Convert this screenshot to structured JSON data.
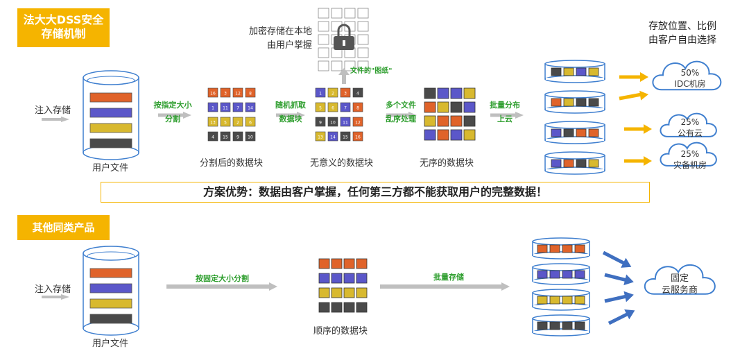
{
  "top": {
    "banner_line1": "法大大DSS安全",
    "banner_line2": "存储机制",
    "inject_label": "注入存储",
    "user_file_label": "用户文件",
    "split_label_1": "按指定大小",
    "split_label_2": "分割",
    "split_blocks_label": "分割后的数据块",
    "random_label_1": "随机抓取",
    "random_label_2": "数据块",
    "meaningless_label": "无意义的数据块",
    "encrypt_label_1": "加密存储在本地",
    "encrypt_label_2": "由用户掌握",
    "blueprint_label": "文件的\"图纸\"",
    "shuffle_label_1": "多个文件",
    "shuffle_label_2": "乱序处理",
    "unordered_label": "无序的数据块",
    "distribute_label_1": "批量分布",
    "distribute_label_2": "上云",
    "location_title_1": "存放位置、比例",
    "location_title_2": "由客户自由选择",
    "clouds": [
      {
        "percent": "50%",
        "name": "IDC机房"
      },
      {
        "percent": "25%",
        "name": "公有云"
      },
      {
        "percent": "25%",
        "name": "灾备机房"
      }
    ],
    "numbered_blocks": [
      {
        "n": "16",
        "c": "#e0632a"
      },
      {
        "n": "3",
        "c": "#e0632a"
      },
      {
        "n": "12",
        "c": "#e0632a"
      },
      {
        "n": "8",
        "c": "#e0632a"
      },
      {
        "n": "1",
        "c": "#5b57c9"
      },
      {
        "n": "11",
        "c": "#5b57c9"
      },
      {
        "n": "7",
        "c": "#5b57c9"
      },
      {
        "n": "14",
        "c": "#5b57c9"
      },
      {
        "n": "13",
        "c": "#d8b92f"
      },
      {
        "n": "5",
        "c": "#d8b92f"
      },
      {
        "n": "2",
        "c": "#d8b92f"
      },
      {
        "n": "6",
        "c": "#d8b92f"
      },
      {
        "n": "4",
        "c": "#4a4a4a"
      },
      {
        "n": "15",
        "c": "#4a4a4a"
      },
      {
        "n": "9",
        "c": "#4a4a4a"
      },
      {
        "n": "10",
        "c": "#4a4a4a"
      }
    ],
    "meaningless_blocks": [
      {
        "n": "1",
        "c": "#5b57c9"
      },
      {
        "n": "2",
        "c": "#d8b92f"
      },
      {
        "n": "3",
        "c": "#e0632a"
      },
      {
        "n": "4",
        "c": "#4a4a4a"
      },
      {
        "n": "5",
        "c": "#d8b92f"
      },
      {
        "n": "6",
        "c": "#d8b92f"
      },
      {
        "n": "7",
        "c": "#5b57c9"
      },
      {
        "n": "8",
        "c": "#e0632a"
      },
      {
        "n": "9",
        "c": "#4a4a4a"
      },
      {
        "n": "10",
        "c": "#4a4a4a"
      },
      {
        "n": "11",
        "c": "#5b57c9"
      },
      {
        "n": "12",
        "c": "#e0632a"
      },
      {
        "n": "13",
        "c": "#d8b92f"
      },
      {
        "n": "14",
        "c": "#5b57c9"
      },
      {
        "n": "15",
        "c": "#4a4a4a"
      },
      {
        "n": "16",
        "c": "#e0632a"
      }
    ],
    "unordered_blocks": [
      "#4a4a4a",
      "#5b57c9",
      "#5b57c9",
      "#d8b92f",
      "#e0632a",
      "#d8b92f",
      "#4a4a4a",
      "#5b57c9",
      "#d8b92f",
      "#e0632a",
      "#e0632a",
      "#4a4a4a",
      "#5b57c9",
      "#e0632a",
      "#5b57c9",
      "#d8b92f"
    ],
    "disk_rows": [
      [
        "#4a4a4a",
        "#d8b92f",
        "#5b57c9",
        "#d8b92f"
      ],
      [
        "#e0632a",
        "#d8b92f",
        "#4a4a4a",
        "#4a4a4a"
      ],
      [
        "#5b57c9",
        "#4a4a4a",
        "#e0632a",
        "#e0632a"
      ],
      [
        "#5b57c9",
        "#e0632a",
        "#4a4a4a",
        "#d8b92f"
      ]
    ]
  },
  "advantage": "方案优势：数据由客户掌握，任何第三方都不能获取用户的完整数据！",
  "bottom": {
    "banner": "其他同类产品",
    "inject_label": "注入存储",
    "user_file_label": "用户文件",
    "split_label": "按固定大小分割",
    "ordered_label": "顺序的数据块",
    "store_label": "批量存储",
    "cloud_line1": "固定",
    "cloud_line2": "云服务商",
    "ordered_rows": [
      "#e0632a",
      "#5b57c9",
      "#d8b92f",
      "#4a4a4a"
    ],
    "disk_rows": [
      "#e0632a",
      "#5b57c9",
      "#d8b92f",
      "#4a4a4a"
    ]
  },
  "colors": {
    "accent": "#f5b400",
    "green": "#2e9e2e",
    "orange": "#e0632a",
    "purple": "#5b57c9",
    "yellow": "#d8b92f",
    "dark": "#4a4a4a",
    "blue_outline": "#3f7fcf"
  },
  "icons": [
    "lock-icon",
    "cloud-icon",
    "disk-stack-icon",
    "arrow-right-icon",
    "arrow-up-icon"
  ]
}
